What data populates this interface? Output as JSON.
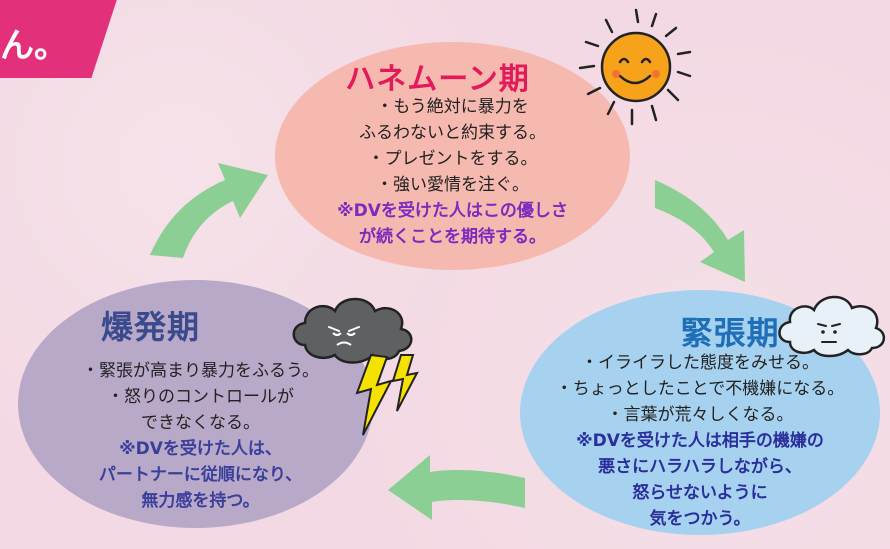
{
  "corner": {
    "text": "ん。"
  },
  "phases": {
    "honeymoon": {
      "title": "ハネムーン期",
      "lines": [
        "・もう絶対に暴力を",
        "ふるわないと約束する。",
        "・プレゼントをする。",
        "・強い愛情を注ぐ。"
      ],
      "note": [
        "※DVを受けた人はこの優しさ",
        "が続くことを期待する。"
      ]
    },
    "explosion": {
      "title": "爆発期",
      "lines": [
        "・緊張が高まり暴力をふるう。",
        "・怒りのコントロールが",
        "できなくなる。"
      ],
      "note": [
        "※DVを受けた人は、",
        "パートナーに従順になり、",
        "無力感を持つ。"
      ]
    },
    "tension": {
      "title": "緊張期",
      "lines": [
        "・イライラした態度をみせる。",
        "・ちょっとしたことで不機嫌になる。",
        "・言葉が荒々しくなる。"
      ],
      "note": [
        "※DVを受けた人は相手の機嫌の",
        "悪さにハラハラしながら、",
        "怒らせないように",
        "気をつかう。"
      ]
    }
  },
  "colors": {
    "arrow": "#8ccf95",
    "honeymoon_bg": "#f6b9b0",
    "explosion_bg": "#b8a9c9",
    "tension_bg": "#a6d2ef",
    "accent_pink": "#e2317a"
  },
  "icons": {
    "honeymoon": "smiling-sun-icon",
    "explosion": "storm-cloud-lightning-icon",
    "tension": "worried-cloud-icon"
  }
}
